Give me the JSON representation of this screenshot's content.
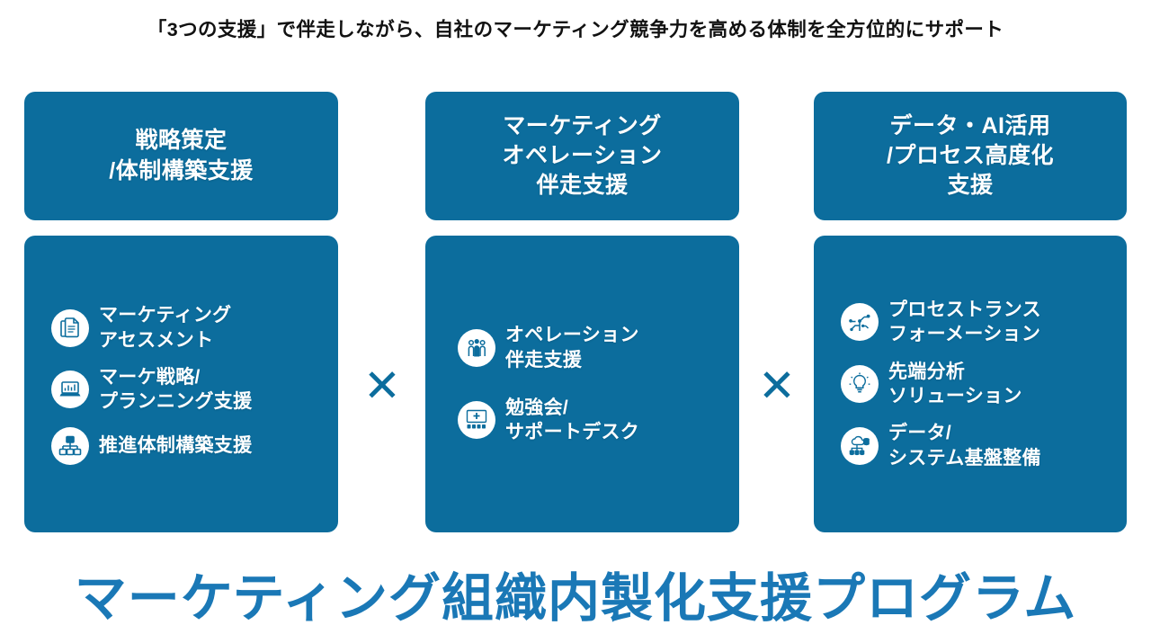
{
  "header": {
    "text": "「3つの支援」で伴走しながら、自社のマーケティング競争力を高める体制を全方位的にサポート"
  },
  "colors": {
    "brand_blue": "#0c6d9d",
    "title_blue": "#1a78b6",
    "icon_fill": "#ffffff",
    "header_text": "#111111"
  },
  "operator": {
    "symbol": "✕",
    "name": "multiplication-sign"
  },
  "columns": [
    {
      "id": "strategy",
      "caption_lines": [
        "戦略策定",
        "/体制構築支援"
      ],
      "items": [
        {
          "icon": "documents-icon",
          "label": "マーケティング\nアセスメント"
        },
        {
          "icon": "laptop-chart-icon",
          "label": "マーケ戦略/\nプランニング支援"
        },
        {
          "icon": "org-chart-icon",
          "label": "推進体制構築支援"
        }
      ]
    },
    {
      "id": "operation",
      "caption_lines": [
        "マーケティング",
        "オペレーション",
        "伴走支援"
      ],
      "items": [
        {
          "icon": "people-team-icon",
          "label": "オペレーション\n伴走支援"
        },
        {
          "icon": "seminar-board-icon",
          "label": "勉強会/\nサポートデスク"
        }
      ]
    },
    {
      "id": "data-ai",
      "caption_lines": [
        "データ・AI活用",
        "/プロセス高度化",
        "支援"
      ],
      "items": [
        {
          "icon": "circuit-network-icon",
          "label": "プロセストランス\nフォーメーション"
        },
        {
          "icon": "lightbulb-idea-icon",
          "label": "先端分析\nソリューション"
        },
        {
          "icon": "cloud-database-icon",
          "label": "データ/\nシステム基盤整備"
        }
      ]
    }
  ],
  "footer": {
    "title": "マーケティング組織内製化支援プログラム"
  }
}
